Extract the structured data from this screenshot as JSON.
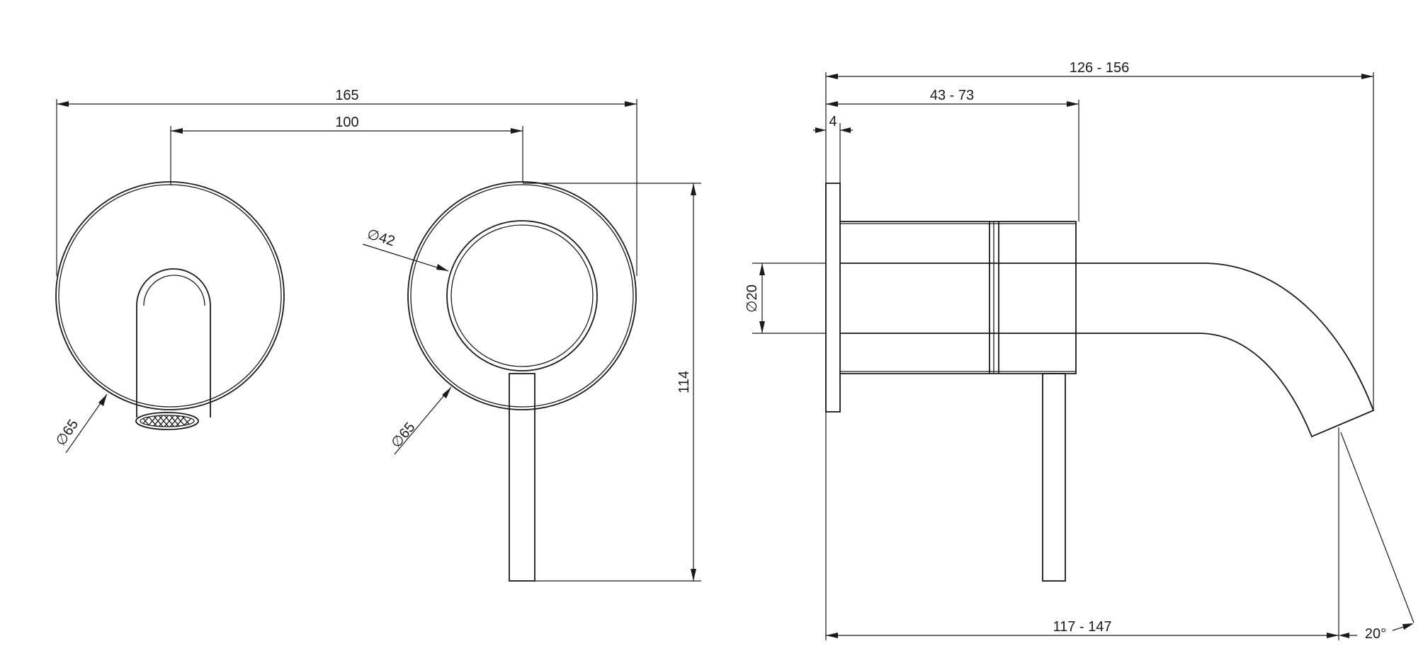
{
  "dimensions": {
    "overall_width_front": "165",
    "centre_distance": "100",
    "spout_plate_diameter": "∅65",
    "handle_plate_diameter": "∅65",
    "handle_knob_diameter": "∅42",
    "overall_height": "114",
    "side_total_projection": "126 - 156",
    "side_body_depth": "43 - 73",
    "plate_thickness": "4",
    "spout_diameter": "∅20",
    "spout_reach": "117 - 147",
    "spout_tip_angle": "20°"
  },
  "colors": {
    "line": "#1a1a1a",
    "background": "#ffffff"
  }
}
